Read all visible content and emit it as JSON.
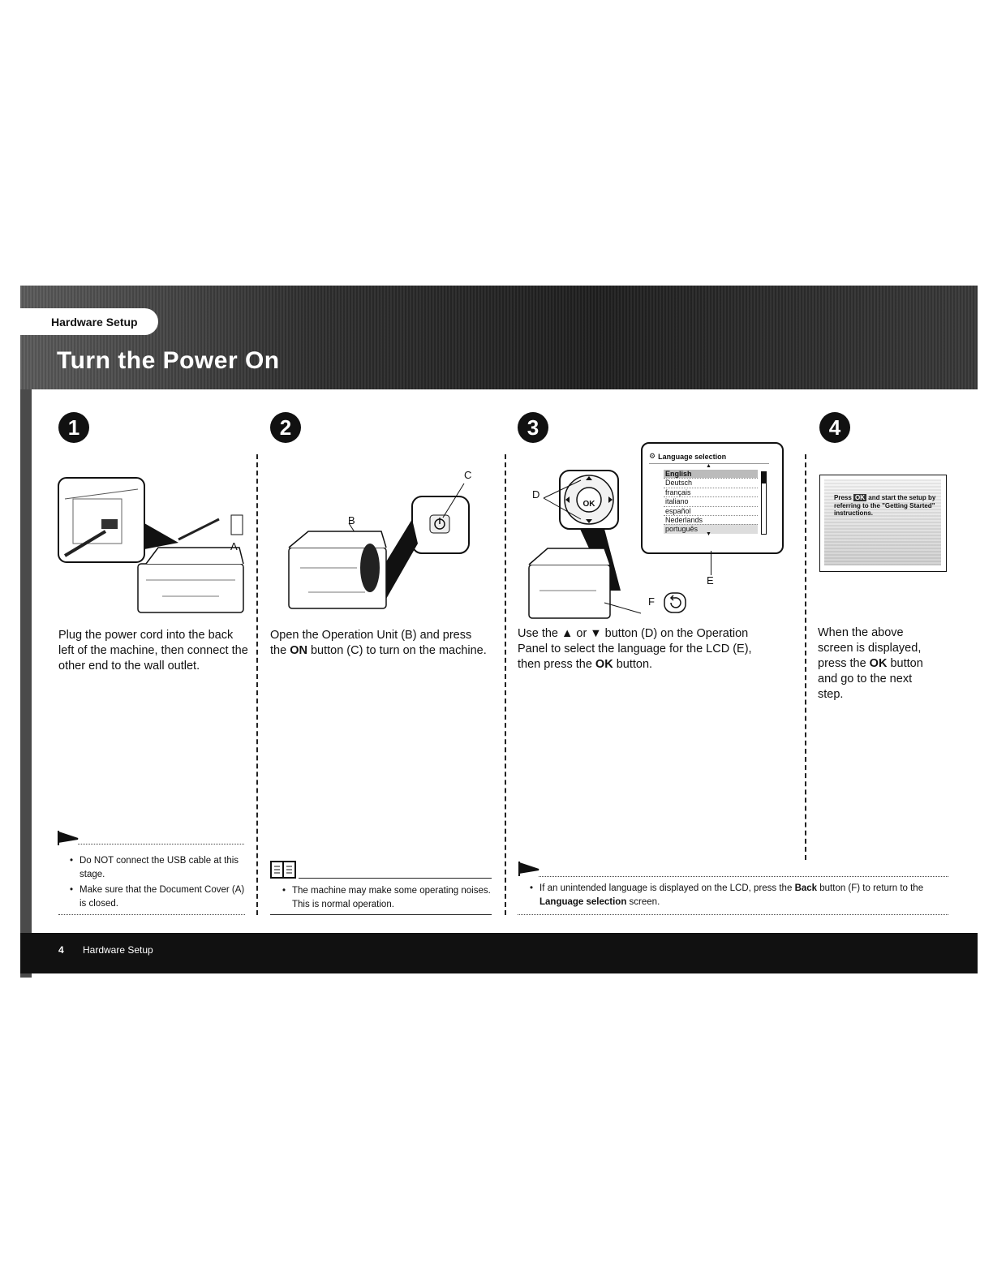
{
  "header": {
    "section_label": "Hardware Setup",
    "title": "Turn the Power On"
  },
  "steps": [
    {
      "number": "1",
      "text": "Plug the power cord into the back left of the machine, then connect the other end to the wall outlet.",
      "callouts": [
        "A"
      ],
      "caution_notes": [
        "Do NOT connect the USB cable at this stage.",
        "Make sure that the Document Cover (A) is closed."
      ]
    },
    {
      "number": "2",
      "text_parts": [
        "Open the Operation Unit (B) and press the ",
        "ON",
        " button (C) to turn on the machine."
      ],
      "callouts": [
        "B",
        "C"
      ],
      "info_notes": [
        "The machine may make some operating noises. This is normal operation."
      ]
    },
    {
      "number": "3",
      "text_parts": [
        "Use the ▲ or ▼ button (D) on the Operation Panel to select the language for the LCD (E), then press the ",
        "OK",
        " button."
      ],
      "callouts": [
        "D",
        "E",
        "F"
      ],
      "ok_label": "OK",
      "lcd": {
        "title": "Language selection",
        "languages": [
          "English",
          "Deutsch",
          "français",
          "italiano",
          "español",
          "Nederlands",
          "português"
        ]
      },
      "caution_notes_parts": [
        "If an unintended language is displayed on the LCD, press the ",
        "Back",
        " button (F) to return to the ",
        "Language selection",
        " screen."
      ]
    },
    {
      "number": "4",
      "screen_parts": [
        "Press ",
        "OK",
        " and start the setup by referring to the \"Getting Started\" instructions."
      ],
      "text_parts": [
        "When the above screen is displayed, press the ",
        "OK",
        " button and go to the next step."
      ]
    }
  ],
  "footer": {
    "page_number": "4",
    "label": "Hardware Setup"
  }
}
